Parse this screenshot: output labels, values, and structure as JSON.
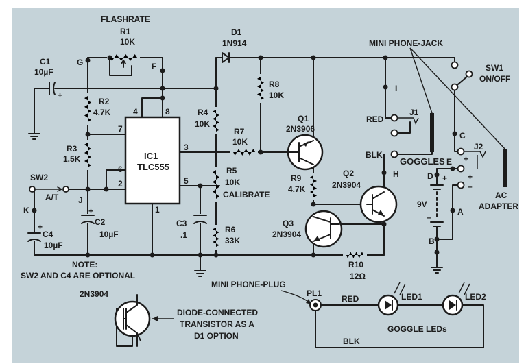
{
  "background_color": "#c5d3d9",
  "labels": {
    "flashrate": "FLASHRATE",
    "r1_name": "R1",
    "r1_value": "10K",
    "d1_name": "D1",
    "d1_value": "1N914",
    "c1_name": "C1",
    "c1_value": "10µF",
    "node_g": "G",
    "node_f": "F",
    "r2_name": "R2",
    "r2_value": "4.7K",
    "r3_name": "R3",
    "r3_value": "1.5K",
    "pin4": "4",
    "pin8": "8",
    "pin7": "7",
    "pin6": "6",
    "pin2": "2",
    "pin3": "3",
    "pin5": "5",
    "pin1": "1",
    "ic1_name": "IC1",
    "ic1_value": "TLC555",
    "r4_name": "R4",
    "r4_value": "10K",
    "r7_name": "R7",
    "r7_value": "10K",
    "r8_name": "R8",
    "r8_value": "10K",
    "r5_name": "R5",
    "r5_value": "10K",
    "calibrate": "CALIBRATE",
    "r6_name": "R6",
    "r6_value": "33K",
    "c3_name": "C3",
    "c3_value": ".1",
    "sw2_name": "SW2",
    "sw2_mode": "A/T",
    "node_j": "J",
    "node_k": "K",
    "c2_name": "C2",
    "c2_value": "10µF",
    "c4_name": "C4",
    "c4_value": "10µF",
    "note_line1": "NOTE:",
    "note_line2": "SW2 AND C4 ARE OPTIONAL",
    "q1_name": "Q1",
    "q1_value": "2N3906",
    "r9_name": "R9",
    "r9_value": "4.7K",
    "q2_name": "Q2",
    "q2_value": "2N3904",
    "q3_name": "Q3",
    "q3_value": "2N3904",
    "r10_name": "R10",
    "r10_value": "12Ω",
    "mini_phone_jack": "MINI PHONE-JACK",
    "sw1_name": "SW1",
    "sw1_value": "ON/OFF",
    "node_i": "I",
    "node_h": "H",
    "node_c": "C",
    "node_e": "E",
    "node_d": "D",
    "node_b": "B",
    "node_a": "A",
    "red": "RED",
    "blk": "BLK",
    "j1": "J1",
    "j2": "J2",
    "goggles": "GOGGLES",
    "battery": "9V",
    "ac_line1": "AC",
    "ac_line2": "ADAPTER",
    "plus": "+",
    "minus": "–",
    "alt_transistor": "2N3904",
    "diode_note_line1": "DIODE-CONNECTED",
    "diode_note_line2": "TRANSISTOR AS A",
    "diode_note_line3": "D1 OPTION",
    "mini_phone_plug": "MINI PHONE-PLUG",
    "pl1": "PL1",
    "plug_red": "RED",
    "plug_blk": "BLK",
    "led1": "LED1",
    "led2": "LED2",
    "goggle_leds": "GOGGLE LEDs"
  }
}
